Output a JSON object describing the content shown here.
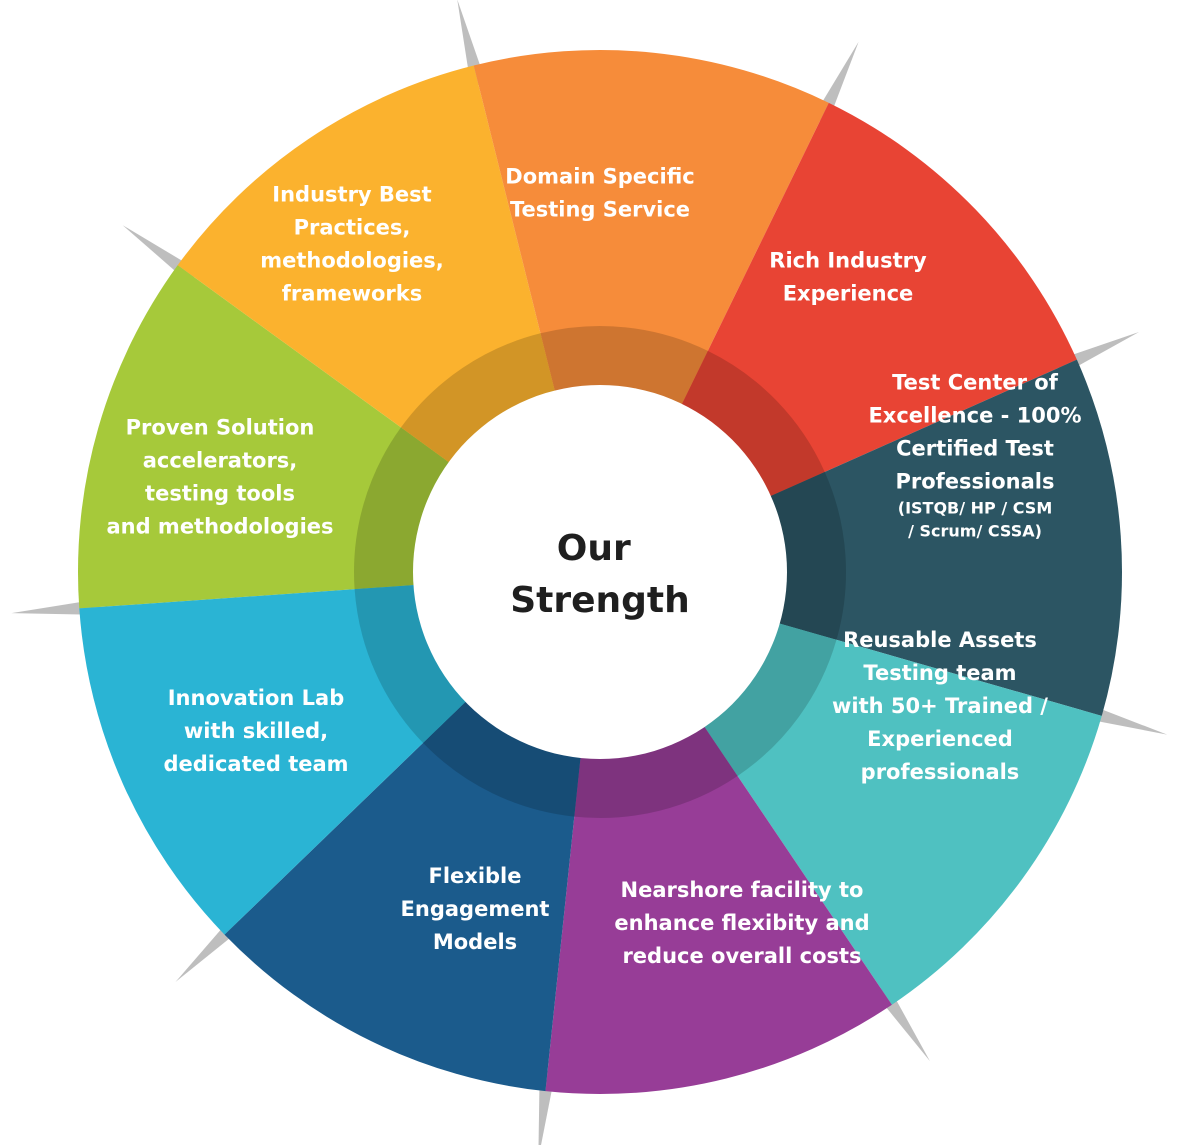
{
  "center": {
    "lines": [
      "Our",
      "Strength"
    ]
  },
  "segments": [
    {
      "id": "domain-specific",
      "color": "#a6c93a",
      "lines": [
        "Domain Specific",
        "Testing Service"
      ]
    },
    {
      "id": "rich-industry",
      "color": "#fbb22e",
      "lines": [
        "Rich Industry",
        "Experience"
      ]
    },
    {
      "id": "test-center",
      "color": "#f68c3a",
      "lines": [
        "Test Center of",
        "Excellence -  100%",
        "Certified Test",
        "Professionals"
      ],
      "small_lines": [
        "(ISTQB/ HP / CSM",
        "/ Scrum/ CSSA)"
      ]
    },
    {
      "id": "reusable-assets",
      "color": "#e84434",
      "lines": [
        "Reusable Assets",
        "Testing team",
        "with 50+ Trained /",
        "Experienced",
        "professionals"
      ]
    },
    {
      "id": "nearshore",
      "color": "#2c5563",
      "lines": [
        "Nearshore facility to",
        "enhance flexibity and",
        "reduce overall costs"
      ]
    },
    {
      "id": "flexible-engagement",
      "color": "#4fc1c1",
      "lines": [
        "Flexible",
        "Engagement",
        "Models"
      ]
    },
    {
      "id": "innovation-lab",
      "color": "#973d97",
      "lines": [
        "Innovation Lab",
        "with skilled,",
        "dedicated team"
      ]
    },
    {
      "id": "proven-solution",
      "color": "#1b5b8c",
      "lines": [
        "Proven Solution",
        "accelerators,",
        "testing tools",
        "and methodologies"
      ]
    },
    {
      "id": "industry-best",
      "color": "#2ab4d4",
      "lines": [
        "Industry Best",
        "Practices,",
        "methodologies,",
        "frameworks"
      ]
    }
  ]
}
